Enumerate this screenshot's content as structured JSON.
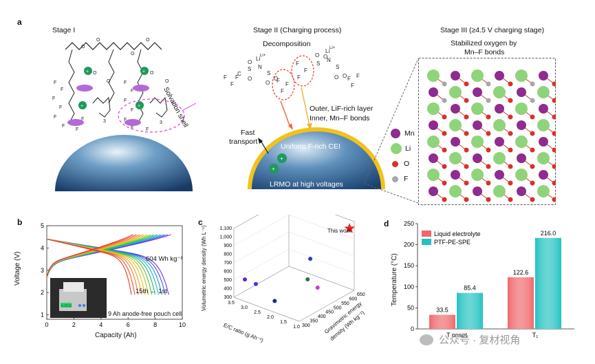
{
  "panel_a": {
    "letter": "a",
    "stage1": {
      "title": "Stage I",
      "solvation_label": "Solvation shell",
      "repeat_label": "3"
    },
    "stage2": {
      "title": "Stage II (Charging process)",
      "decomposition": "Decomposition",
      "outer_layer": "Outer, LiF-rich layer",
      "inner_layer": "Inner, Mn–F bonds",
      "fast": "Fast",
      "transport": "transport",
      "cei": "Uniform F-rich CEI",
      "lrmo": "LRMO at high voltages",
      "li_plus": "Li+"
    },
    "stage3": {
      "title": "Stage III (≥4.5 V charging stage)",
      "subtitle_line1": "Stabilized oxygen by",
      "subtitle_line2": "Mn–F bonds",
      "legend": [
        {
          "label": "Mn",
          "color": "#8e2c8f"
        },
        {
          "label": "Li",
          "color": "#8fd47a"
        },
        {
          "label": "O",
          "color": "#d6322a"
        },
        {
          "label": "F",
          "color": "#a7a7a7"
        }
      ]
    }
  },
  "panel_b": {
    "letter": "b",
    "xlabel": "Capacity (Ah)",
    "ylabel": "Voltage (V)",
    "annot_energy": "604 Wh kg⁻¹",
    "annot_cycles": "15th ← 1st",
    "annot_cell": "9 Ah anode-free pouch cell",
    "meter_reading": "4.2513",
    "xticks": [
      "0",
      "2",
      "4",
      "6",
      "8",
      "10"
    ],
    "yticks": [
      "1",
      "2",
      "3",
      "4",
      "5"
    ]
  },
  "panel_c": {
    "letter": "c",
    "zlabel": "Volumetric energy density (Wh L⁻¹)",
    "xlabel": "E/C ratio (g Ah⁻¹)",
    "ylabel_line1": "Gravimetric energy",
    "ylabel_line2": "density (Wh kg⁻¹)",
    "this_work": "This work",
    "zticks": [
      "300",
      "400",
      "500",
      "600",
      "700",
      "800",
      "900",
      "1,000",
      "1,100"
    ],
    "xticks": [
      "3.5",
      "3.0",
      "2.5",
      "2.0",
      "1.5",
      "1.0"
    ],
    "yticks": [
      "300",
      "350",
      "400",
      "450",
      "500",
      "550",
      "600",
      "650"
    ]
  },
  "panel_d": {
    "letter": "d",
    "ylabel": "Temperature (°C)",
    "categories": [
      "T onset",
      "T₁"
    ],
    "watermark": "公众号 · 复材视角"
  },
  "chart_data": {
    "type": "bar",
    "categories": [
      "T onset",
      "T₁"
    ],
    "series": [
      {
        "name": "Liquid electrolyte",
        "values": [
          33.5,
          122.6
        ],
        "color": "#f0676c"
      },
      {
        "name": "PTF-PE-SPE",
        "values": [
          85.4,
          216.0
        ],
        "color": "#22c2c1"
      }
    ],
    "ylabel": "Temperature (°C)",
    "ylim": [
      0,
      250
    ],
    "yticks": [
      0,
      50,
      100,
      150,
      200,
      250
    ],
    "legend": "top-left"
  }
}
